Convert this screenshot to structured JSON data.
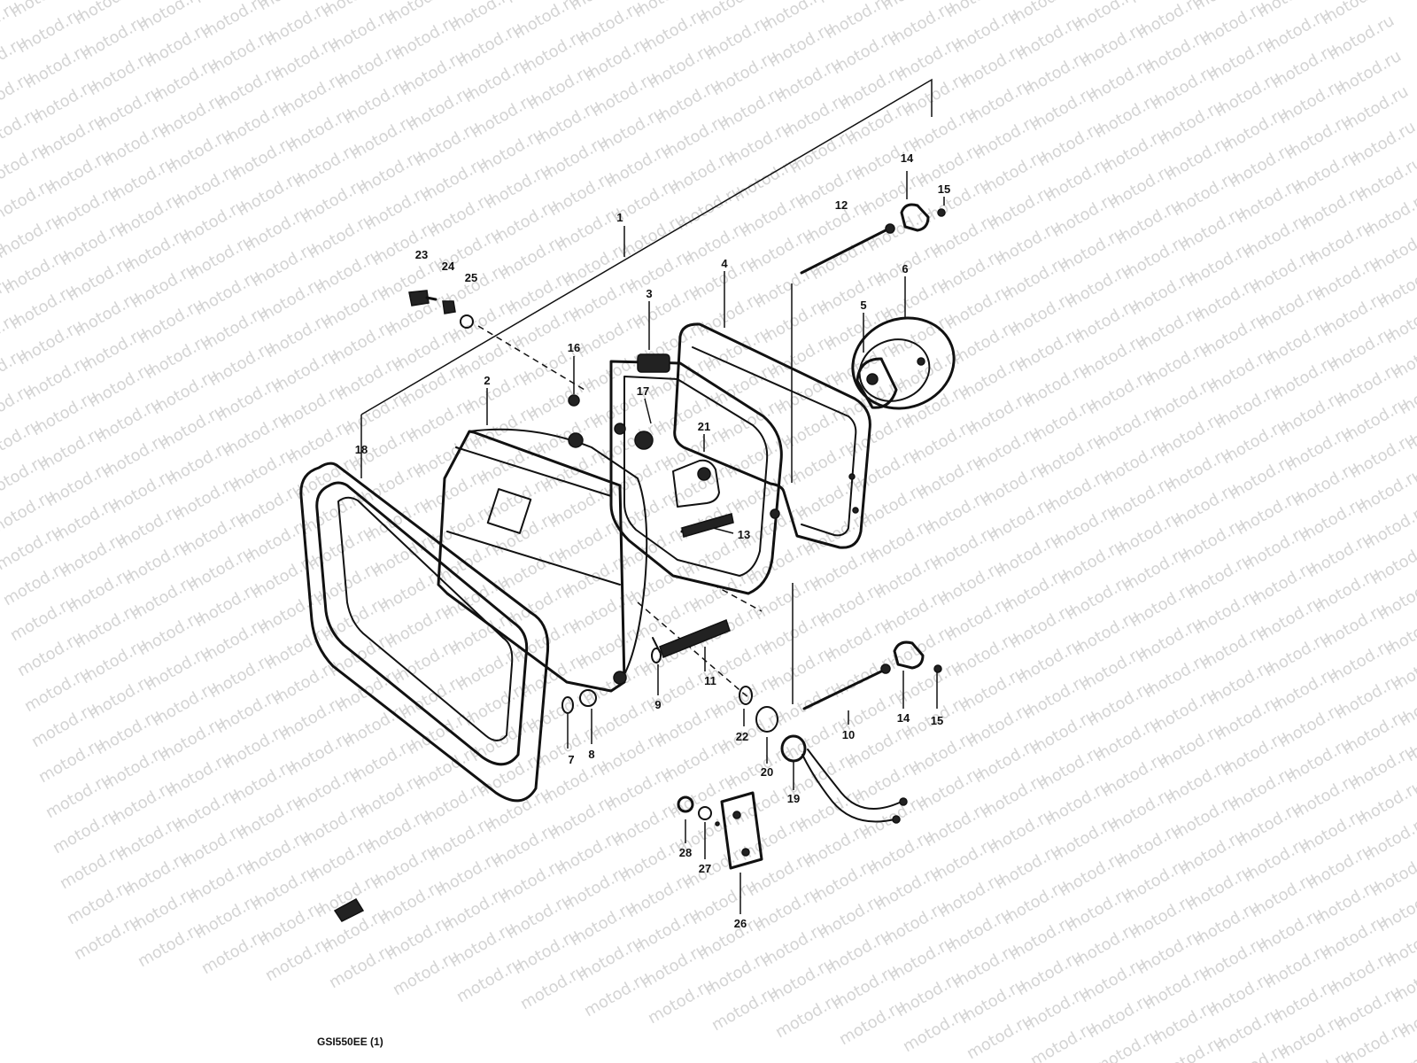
{
  "colors": {
    "ink": "#111111",
    "watermark": "#d4d4d4",
    "background": "#ffffff"
  },
  "watermark": {
    "text": "motod.ru"
  },
  "diagram_code": "GSI550EE (1)",
  "callouts": [
    {
      "id": "c1",
      "label": "1"
    },
    {
      "id": "c2",
      "label": "2"
    },
    {
      "id": "c3",
      "label": "3"
    },
    {
      "id": "c4",
      "label": "4"
    },
    {
      "id": "c5",
      "label": "5"
    },
    {
      "id": "c6",
      "label": "6"
    },
    {
      "id": "c7",
      "label": "7"
    },
    {
      "id": "c8",
      "label": "8"
    },
    {
      "id": "c9",
      "label": "9"
    },
    {
      "id": "c10",
      "label": "10"
    },
    {
      "id": "c11",
      "label": "11"
    },
    {
      "id": "c12",
      "label": "12"
    },
    {
      "id": "c13",
      "label": "13"
    },
    {
      "id": "c14a",
      "label": "14"
    },
    {
      "id": "c14b",
      "label": "14"
    },
    {
      "id": "c15a",
      "label": "15"
    },
    {
      "id": "c15b",
      "label": "15"
    },
    {
      "id": "c16",
      "label": "16"
    },
    {
      "id": "c17",
      "label": "17"
    },
    {
      "id": "c18",
      "label": "18"
    },
    {
      "id": "c19",
      "label": "19"
    },
    {
      "id": "c20",
      "label": "20"
    },
    {
      "id": "c21",
      "label": "21"
    },
    {
      "id": "c22",
      "label": "22"
    },
    {
      "id": "c23",
      "label": "23"
    },
    {
      "id": "c24",
      "label": "24"
    },
    {
      "id": "c25",
      "label": "25"
    },
    {
      "id": "c26",
      "label": "26"
    },
    {
      "id": "c27",
      "label": "27"
    },
    {
      "id": "c28",
      "label": "28"
    }
  ]
}
